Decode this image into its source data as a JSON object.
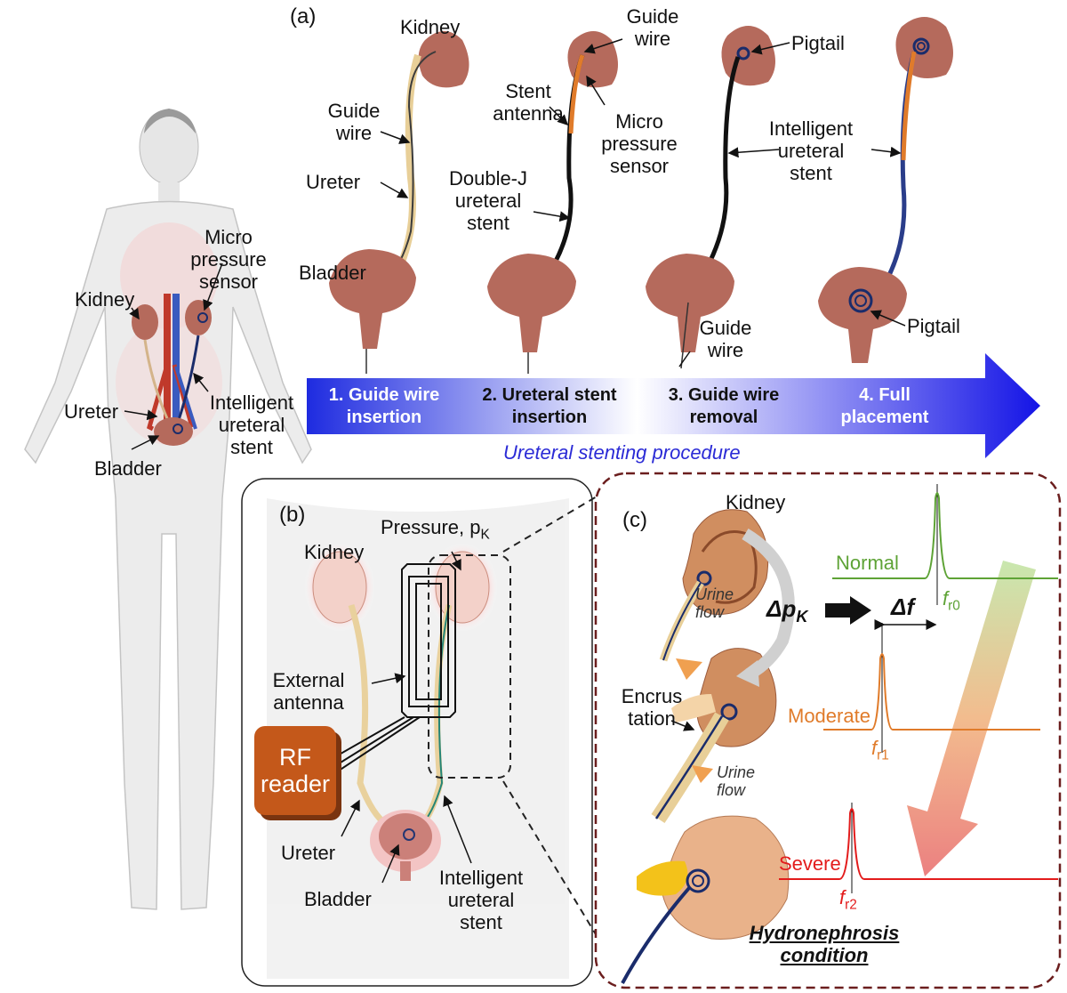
{
  "panel_a": {
    "tag": "(a)",
    "body_labels": {
      "kidney": "Kidney",
      "micro_pressure_sensor": [
        "Micro",
        "pressure",
        "sensor"
      ],
      "ureter": "Ureter",
      "intelligent_stent": [
        "Intelligent",
        "ureteral",
        "stent"
      ],
      "bladder": "Bladder"
    },
    "stage1": {
      "kidney": "Kidney",
      "guide_wire": [
        "Guide",
        "wire"
      ],
      "ureter": "Ureter",
      "bladder": "Bladder"
    },
    "stage2": {
      "guide_wire": [
        "Guide",
        "wire"
      ],
      "stent_antenna": [
        "Stent",
        "antenna"
      ],
      "micro_pressure_sensor": [
        "Micro",
        "pressure",
        "sensor"
      ],
      "double_j": [
        "Double-J",
        "ureteral",
        "stent"
      ]
    },
    "stage3": {
      "pigtail": "Pigtail",
      "guide_wire": [
        "Guide",
        "wire"
      ]
    },
    "stage4": {
      "intelligent_stent": [
        "Intelligent",
        "ureteral",
        "stent"
      ],
      "pigtail": "Pigtail"
    },
    "steps": [
      [
        "1. Guide wire",
        "insertion"
      ],
      [
        "2. Ureteral stent",
        "insertion"
      ],
      [
        "3. Guide wire",
        "removal"
      ],
      [
        "4. Full",
        "placement"
      ]
    ],
    "procedure_label": "Ureteral stenting procedure"
  },
  "panel_b": {
    "tag": "(b)",
    "pressure": "Pressure, p",
    "pressure_sub": "K",
    "kidney": "Kidney",
    "external_antenna": [
      "External",
      "antenna"
    ],
    "rf_reader": [
      "RF",
      "reader"
    ],
    "ureter": "Ureter",
    "bladder": "Bladder",
    "intelligent_stent": [
      "Intelligent",
      "ureteral",
      "stent"
    ]
  },
  "panel_c": {
    "tag": "(c)",
    "kidney": "Kidney",
    "urine_flow": [
      "Urine",
      "flow"
    ],
    "delta_p": "Δp",
    "delta_p_sub": "K",
    "delta_f": "Δf",
    "encrustation": [
      "Encrus",
      "tation"
    ],
    "states": [
      {
        "label": "Normal",
        "freq": "f",
        "freq_sub": "r0",
        "color": "#5ea336"
      },
      {
        "label": "Moderate",
        "freq": "f",
        "freq_sub": "r1",
        "color": "#e07b2a"
      },
      {
        "label": "Severe",
        "freq": "f",
        "freq_sub": "r2",
        "color": "#e31c1c"
      }
    ],
    "hydronephrosis": [
      "Hydronephrosis",
      "condition"
    ]
  },
  "colors": {
    "kidney": "#b56a5c",
    "arrow_start": "#ffffff",
    "arrow_end": "#1414e6",
    "procedure_text": "#2b2bd6",
    "rf_reader": "#c4581a",
    "dashed_box": "#7a2a2a"
  }
}
